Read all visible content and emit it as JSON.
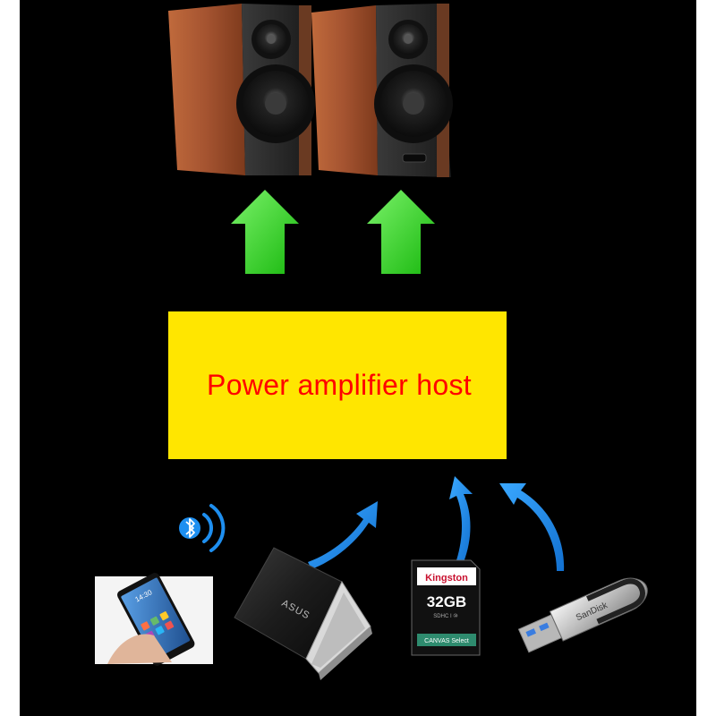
{
  "host": {
    "label": "Power amplifier host"
  },
  "devices": {
    "speakers": {
      "icon": "speaker-pair-icon"
    },
    "bluetooth": {
      "icon": "bluetooth-icon"
    },
    "phone": {
      "icon": "smartphone-icon",
      "screen_time": "14:30"
    },
    "laptop": {
      "icon": "laptop-icon",
      "brand": "ASUS"
    },
    "sd_card": {
      "icon": "sd-card-icon",
      "brand": "Kingston",
      "capacity": "32GB",
      "line": "CANVAS Select"
    },
    "usb_drive": {
      "icon": "usb-drive-icon",
      "brand": "SanDisk"
    }
  },
  "colors": {
    "background": "#000000",
    "host_fill": "#ffe600",
    "host_text": "#ff0000",
    "output_arrow": "#33dd22",
    "input_arrow": "#1e8ff0",
    "wood": "#a0532e"
  }
}
